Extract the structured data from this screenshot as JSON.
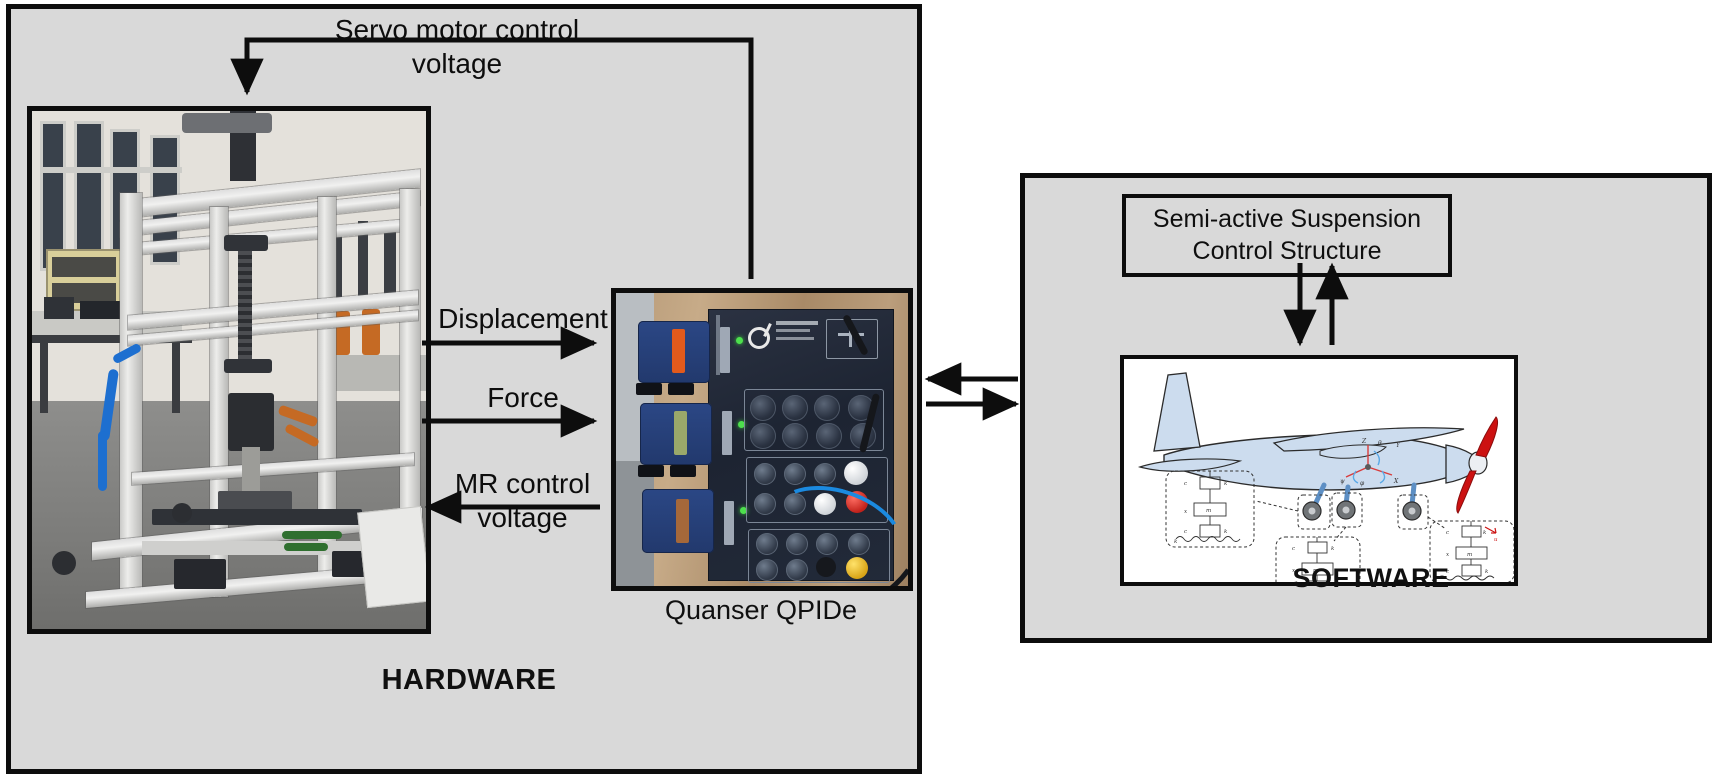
{
  "diagram": {
    "title": "Hardware-in-the-loop semi-active suspension test setup"
  },
  "hardware": {
    "label": "HARDWARE",
    "rig_photo": {
      "name": "aluminium-profile-drop-test-rig-photo",
      "alt": "Laboratory drop-test rig made of aluminium extrusion profiles with MR damper and linear guides"
    },
    "qpide_photo": {
      "name": "quanser-qpide-daq-board-photo",
      "alt": "Quanser QPIDe data acquisition board with blue D-sub connectors, BNC jacks and cabling on a wooden table"
    },
    "qpide_caption": "Quanser QPIDe"
  },
  "software": {
    "label": "SOFTWARE",
    "control_structure": "Semi-active Suspension\nControl Structure",
    "aircraft_model": {
      "name": "aircraft-landing-gear-suspension-model",
      "alt": "Light aircraft schematic with three landing gears, each linked to a dashed quarter-car semi-active suspension sub-model"
    }
  },
  "connections": {
    "servo_motor_control_voltage": "Servo motor control\nvoltage",
    "displacement": "Displacement",
    "force": "Force",
    "mr_control_voltage": "MR control\nvoltage"
  },
  "colors": {
    "group_fill": "#d9d9d9",
    "stroke": "#0d0d0d",
    "panel_fill": "#ffffff",
    "accent_red": "#cc1111",
    "aircraft_body": "#ccdcee"
  }
}
